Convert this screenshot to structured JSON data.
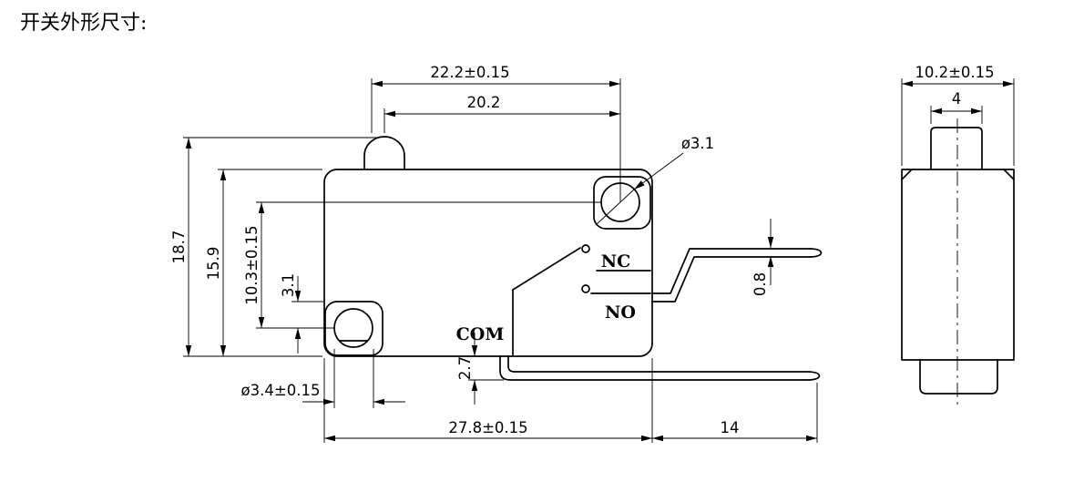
{
  "title": "开关外形尺寸:",
  "front_view": {
    "dimensions": {
      "hole_span_width": "22.2±0.15",
      "button_to_hole": "20.2",
      "top_hole_diameter": "ø3.1",
      "overall_height": "18.7",
      "body_height": "15.9",
      "hole_vertical_spacing": "10.3±0.15",
      "bottom_hole_offset": "3.1",
      "bottom_hole_diameter": "ø3.4±0.15",
      "terminal_offset": "2.7",
      "body_width": "27.8±0.15",
      "terminal_length": "14",
      "terminal_thickness": "0.8"
    },
    "terminal_labels": {
      "nc": "NC",
      "no": "NO",
      "com": "COM"
    }
  },
  "side_view": {
    "dimensions": {
      "body_depth": "10.2±0.15",
      "button_width": "4"
    }
  }
}
